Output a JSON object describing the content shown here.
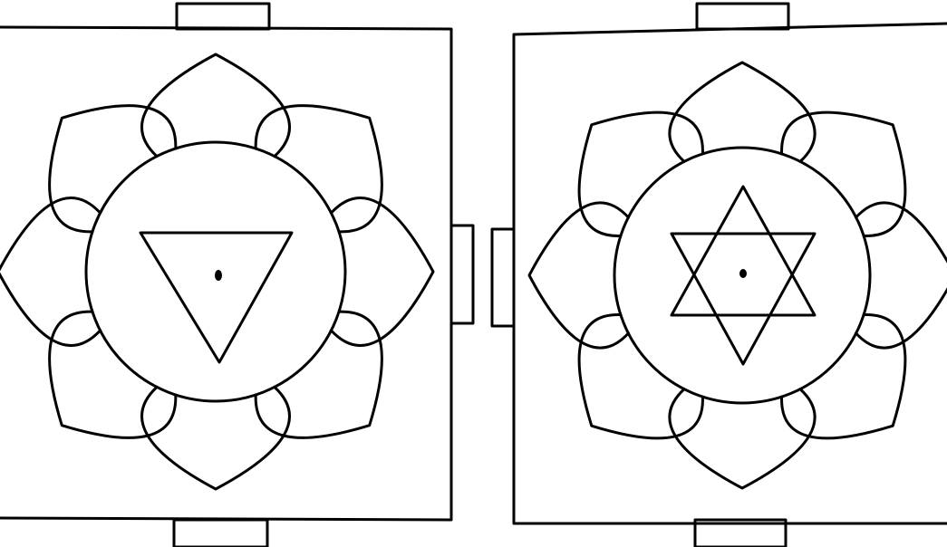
{
  "diagram": {
    "left_panel": {
      "petal_count": 8,
      "center_symbol": "downward-triangle"
    },
    "right_panel": {
      "petal_count": 8,
      "center_symbol": "six-pointed-star"
    },
    "colors": {
      "background": "#ffffff",
      "ink": "#000000"
    }
  }
}
